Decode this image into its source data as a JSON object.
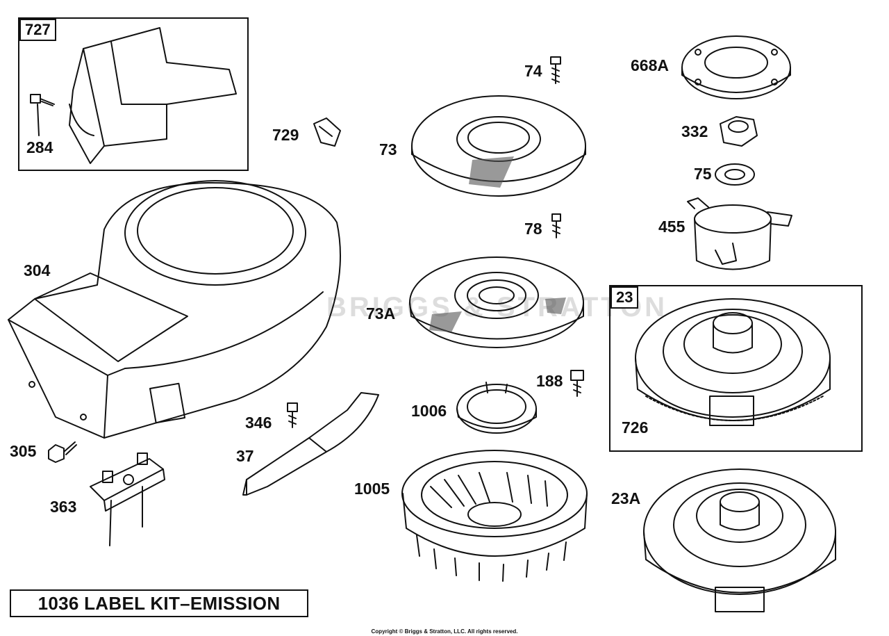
{
  "labels": {
    "p727": "727",
    "p284": "284",
    "p729": "729",
    "p74": "74",
    "p668a": "668A",
    "p73": "73",
    "p332": "332",
    "p75": "75",
    "p78": "78",
    "p455": "455",
    "p304": "304",
    "p73a": "73A",
    "p23": "23",
    "p188": "188",
    "p1006": "1006",
    "p346": "346",
    "p726": "726",
    "p305": "305",
    "p37": "37",
    "p1005": "1005",
    "p23a": "23A",
    "p363": "363"
  },
  "kit_label": "1036 LABEL KIT–EMISSION",
  "watermark": "BRIGGS & STRATTON",
  "copyright": "Copyright © Briggs & Stratton, LLC. All rights reserved."
}
